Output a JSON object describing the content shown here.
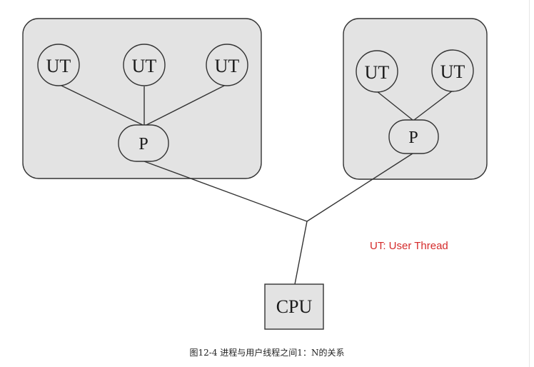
{
  "diagram": {
    "user_thread_label": "UT",
    "process_label": "P",
    "cpu_label": "CPU",
    "legend": "UT: User Thread",
    "caption": "图12-4   进程与用户线程之间1：N的关系",
    "colors": {
      "box_fill": "#e3e3e3",
      "stroke": "#333333",
      "legend_text": "#d42a2a"
    }
  }
}
